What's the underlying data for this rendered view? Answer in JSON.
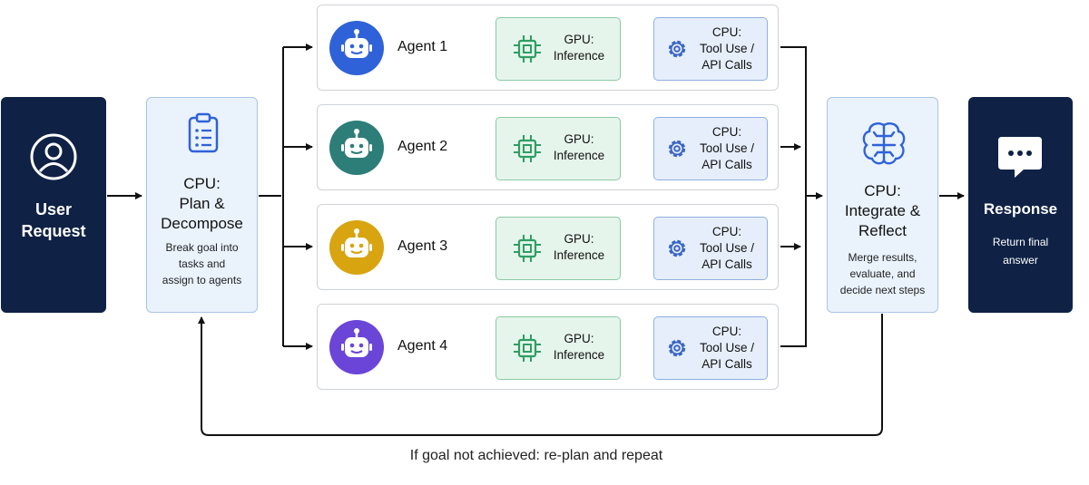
{
  "user_request": {
    "title": "User\nRequest",
    "icon": "user-circle-icon",
    "color": "#0f2145"
  },
  "plan": {
    "title": "CPU:\nPlan &\nDecompose",
    "description": "Break goal into\ntasks and\nassign to agents",
    "icon": "clipboard-icon"
  },
  "agents": [
    {
      "label": "Agent 1",
      "color": "#2f62d8",
      "gpu_label": "GPU:\nInference",
      "cpu_label": "CPU:\nTool Use /\nAPI Calls"
    },
    {
      "label": "Agent 2",
      "color": "#2d7d78",
      "gpu_label": "GPU:\nInference",
      "cpu_label": "CPU:\nTool Use /\nAPI Calls"
    },
    {
      "label": "Agent 3",
      "color": "#d8a40f",
      "gpu_label": "GPU:\nInference",
      "cpu_label": "CPU:\nTool Use /\nAPI Calls"
    },
    {
      "label": "Agent 4",
      "color": "#6a45d8",
      "gpu_label": "GPU:\nInference",
      "cpu_label": "CPU:\nTool Use /\nAPI Calls"
    }
  ],
  "integrate": {
    "title": "CPU:\nIntegrate &\nReflect",
    "description": "Merge results,\nevaluate, and\ndecide next steps",
    "icon": "brain-icon"
  },
  "response": {
    "title": "Response",
    "description": "Return final\nanswer",
    "icon": "chat-bubble-icon",
    "color": "#0f2145"
  },
  "loop_label": "If goal not achieved: re-plan and repeat",
  "colors": {
    "accent_blue": "#2f62d8",
    "gpu_green": "#2f9e63",
    "cpu_blue": "#3b66c4",
    "dark_navy": "#0f2145"
  }
}
